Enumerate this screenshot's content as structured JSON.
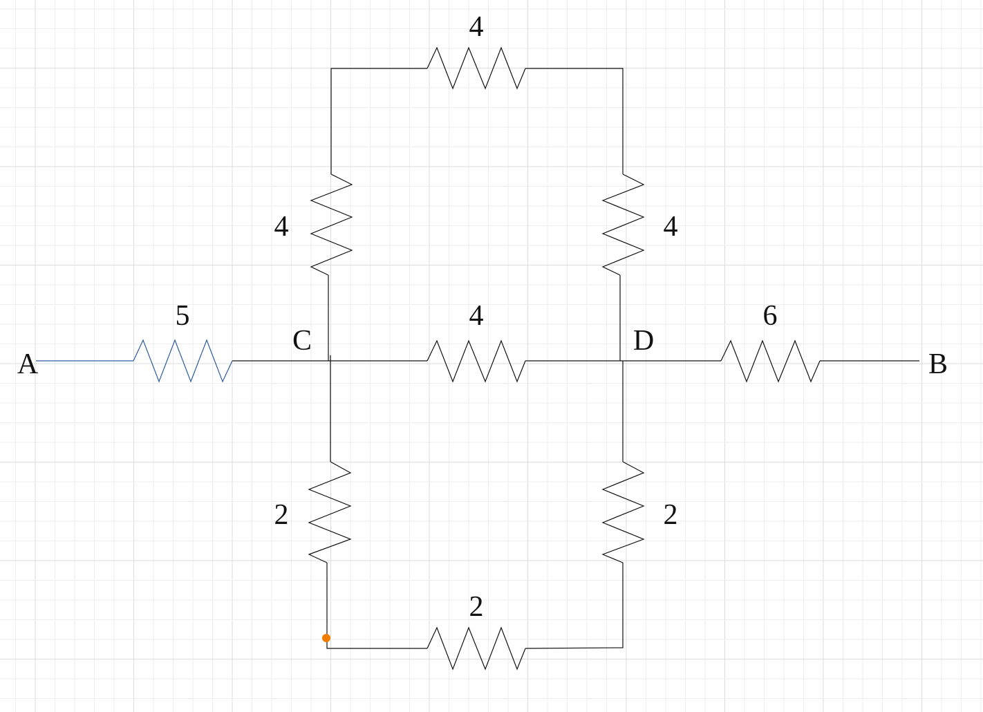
{
  "nodes": [
    {
      "id": "A",
      "label": "A"
    },
    {
      "id": "B",
      "label": "B"
    },
    {
      "id": "C",
      "label": "C"
    },
    {
      "id": "D",
      "label": "D"
    }
  ],
  "resistors": [
    {
      "id": "r-ac",
      "label": "5",
      "between": [
        "A",
        "C"
      ],
      "highlighted": true
    },
    {
      "id": "r-cd-top",
      "label": "4",
      "between": [
        "top-left-corner",
        "top-right-corner"
      ],
      "highlighted": false
    },
    {
      "id": "r-c-up",
      "label": "4",
      "between": [
        "C",
        "top-left-corner"
      ],
      "highlighted": false
    },
    {
      "id": "r-d-up",
      "label": "4",
      "between": [
        "D",
        "top-right-corner"
      ],
      "highlighted": false
    },
    {
      "id": "r-cd-mid",
      "label": "4",
      "between": [
        "C",
        "D"
      ],
      "highlighted": false
    },
    {
      "id": "r-db",
      "label": "6",
      "between": [
        "D",
        "B"
      ],
      "highlighted": false
    },
    {
      "id": "r-c-down",
      "label": "2",
      "between": [
        "C",
        "bottom-left-corner"
      ],
      "highlighted": false
    },
    {
      "id": "r-d-down",
      "label": "2",
      "between": [
        "D",
        "bottom-right-corner"
      ],
      "highlighted": false
    },
    {
      "id": "r-bottom",
      "label": "2",
      "between": [
        "bottom-left-corner",
        "bottom-right-corner"
      ],
      "highlighted": false
    }
  ],
  "colors": {
    "wire": "#111111",
    "highlight": "#2b5a9b",
    "selection_handle": "#f07d00",
    "grid_minor": "#eeeeee",
    "grid_major": "#dddddd"
  }
}
